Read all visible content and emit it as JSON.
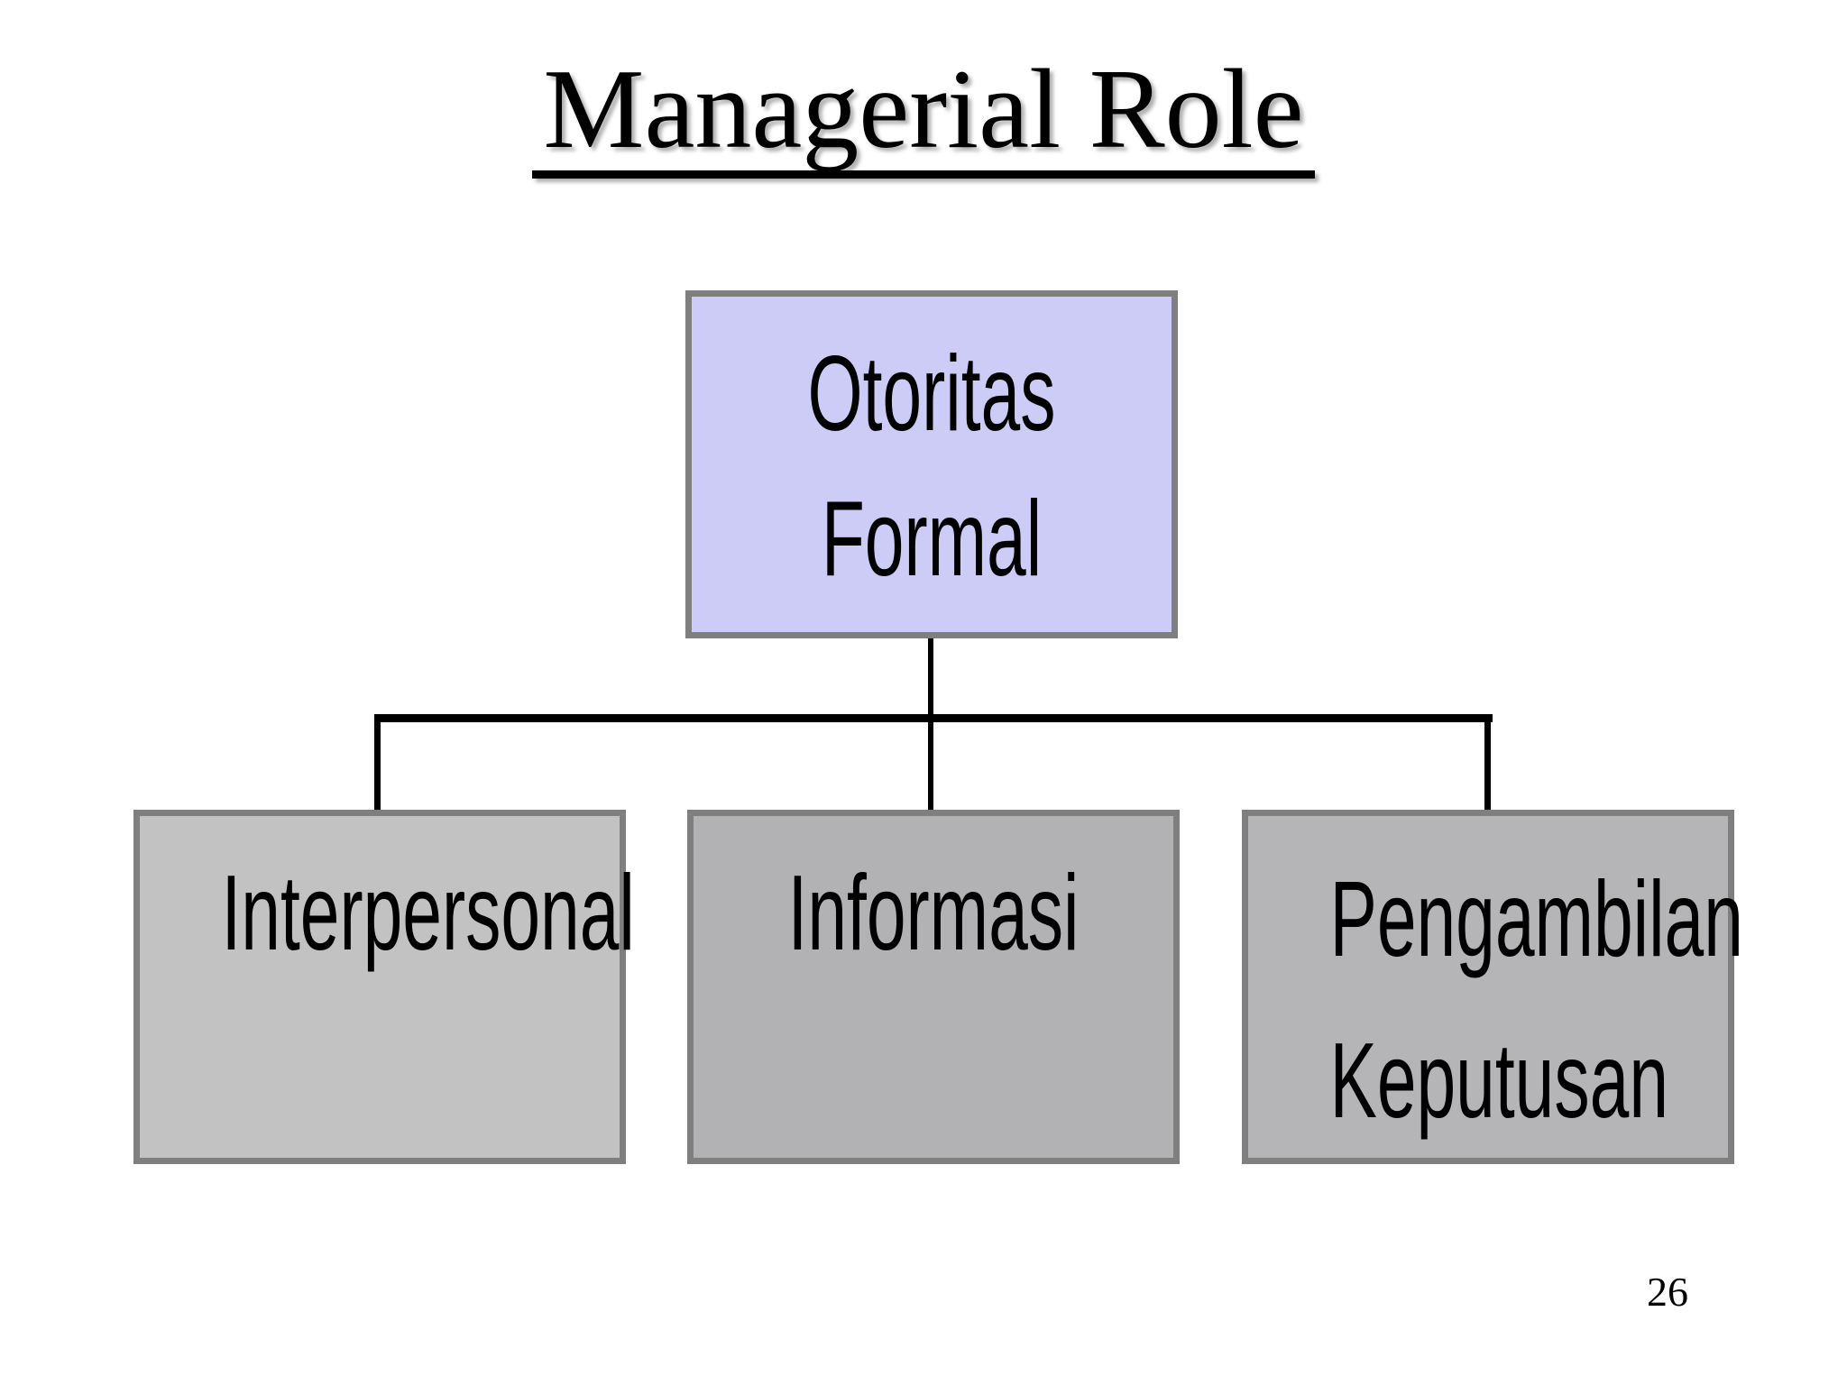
{
  "title": "Managerial Role",
  "page_number": "26",
  "diagram": {
    "connector_color": "#000000",
    "root": {
      "id": "otoritas-formal",
      "lines": [
        "Otoritas",
        "Formal"
      ],
      "fill": "#ccccf7",
      "border_color": "#7f7f7f"
    },
    "children": [
      {
        "id": "interpersonal",
        "lines": [
          "Interpersonal"
        ],
        "fill": "#c2c2c2",
        "border_color": "#7f7f7f"
      },
      {
        "id": "informasi",
        "lines": [
          "Informasi"
        ],
        "fill": "#b2b2b5",
        "border_color": "#7f7f7f"
      },
      {
        "id": "pengambilan-keputusan",
        "lines": [
          "Pengambilan",
          "Keputusan"
        ],
        "fill": "#b5b5b7",
        "border_color": "#7f7f7f"
      }
    ]
  }
}
